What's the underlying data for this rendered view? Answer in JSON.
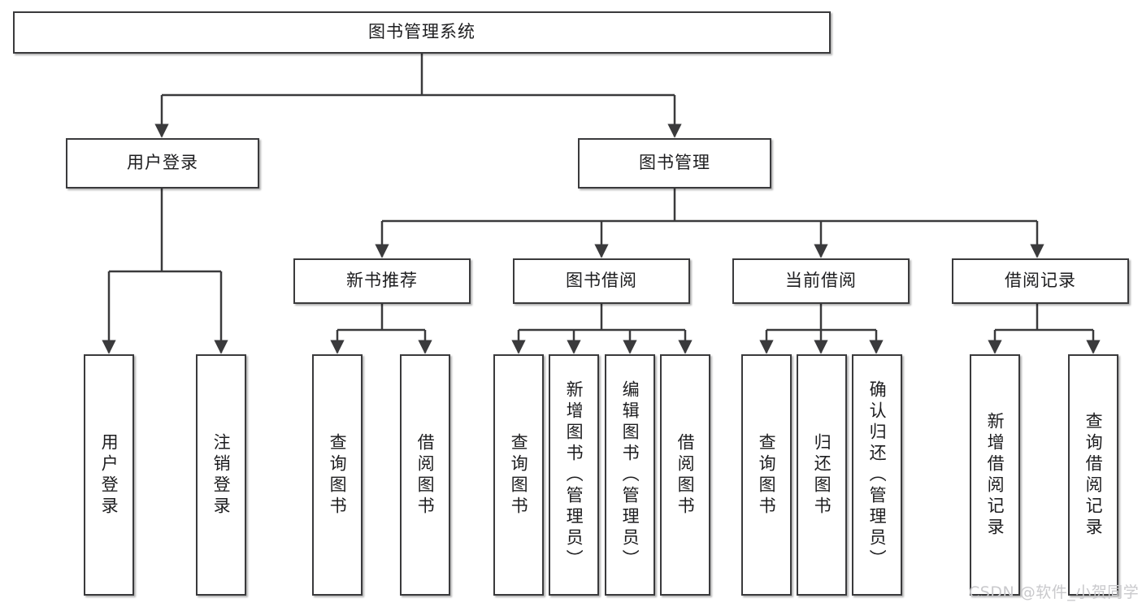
{
  "diagram": {
    "title": "图书管理系统",
    "background_color": "#ffffff",
    "box_border_color": "#3a3a3c",
    "box_fill_color": "#ffffff",
    "text_color": "#1d1d1f",
    "root": {
      "label": "图书管理系统"
    },
    "level2": [
      {
        "label": "用户登录"
      },
      {
        "label": "图书管理"
      }
    ],
    "level3": [
      {
        "label": "新书推荐"
      },
      {
        "label": "图书借阅"
      },
      {
        "label": "当前借阅"
      },
      {
        "label": "借阅记录"
      }
    ],
    "leaves": {
      "user_login": [
        {
          "label": "用户登录"
        },
        {
          "label": "注销登录"
        }
      ],
      "new_book_recommend": [
        {
          "label": "查询图书"
        },
        {
          "label": "借阅图书"
        }
      ],
      "book_borrow": [
        {
          "label": "查询图书"
        },
        {
          "label": "新增图书（管理员）"
        },
        {
          "label": "编辑图书（管理员）"
        },
        {
          "label": "借阅图书"
        }
      ],
      "current_borrow": [
        {
          "label": "查询图书"
        },
        {
          "label": "归还图书"
        },
        {
          "label": "确认归还（管理员）"
        }
      ],
      "borrow_record": [
        {
          "label": "新增借阅记录"
        },
        {
          "label": "查询借阅记录"
        }
      ]
    }
  },
  "watermark": {
    "text": "CSDN @软件_小贺同学",
    "color": "#c9c9cc"
  }
}
